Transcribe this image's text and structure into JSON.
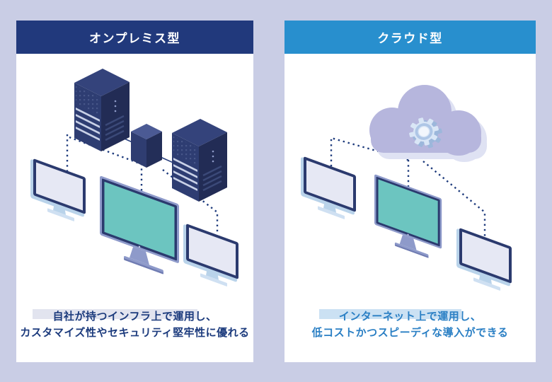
{
  "page": {
    "background_color": "#c9cde5"
  },
  "panels": {
    "onpremise": {
      "title": "オンプレミス型",
      "header_color": "#21397c",
      "text_color": "#1c3b7d",
      "highlight_color": "#e2e4ef",
      "caption_line1": "自社が持つインフラ上で運用し、",
      "caption_line2": "カスタマイズ性やセキュリティ堅牢性に優れる",
      "illustration_icons": [
        "server-tower-icon",
        "network-hub-icon",
        "server-tower-icon",
        "monitor-icon",
        "monitor-icon",
        "monitor-icon",
        "dotted-connection-line"
      ]
    },
    "cloud": {
      "title": "クラウド型",
      "header_color": "#288fce",
      "text_color": "#2a7fc4",
      "highlight_color": "#cbe1f3",
      "caption_line1": "インターネット上で運用し、",
      "caption_line2": "低コストかつスピーディな導入ができる",
      "illustration_icons": [
        "cloud-icon",
        "gear-icon",
        "monitor-icon",
        "monitor-icon",
        "monitor-icon",
        "dotted-connection-line"
      ]
    }
  },
  "colors": {
    "navy_frame": "#2b3a6e",
    "server_face": "#2e3d72",
    "server_side": "#222c55",
    "teal_screen": "#6cc5c0",
    "lavender_screen": "#e6e8f4",
    "cloud_purple": "#b6b6dd",
    "dotted_line": "#1d3a7c",
    "light_blue_edge": "#b9d3ea"
  }
}
